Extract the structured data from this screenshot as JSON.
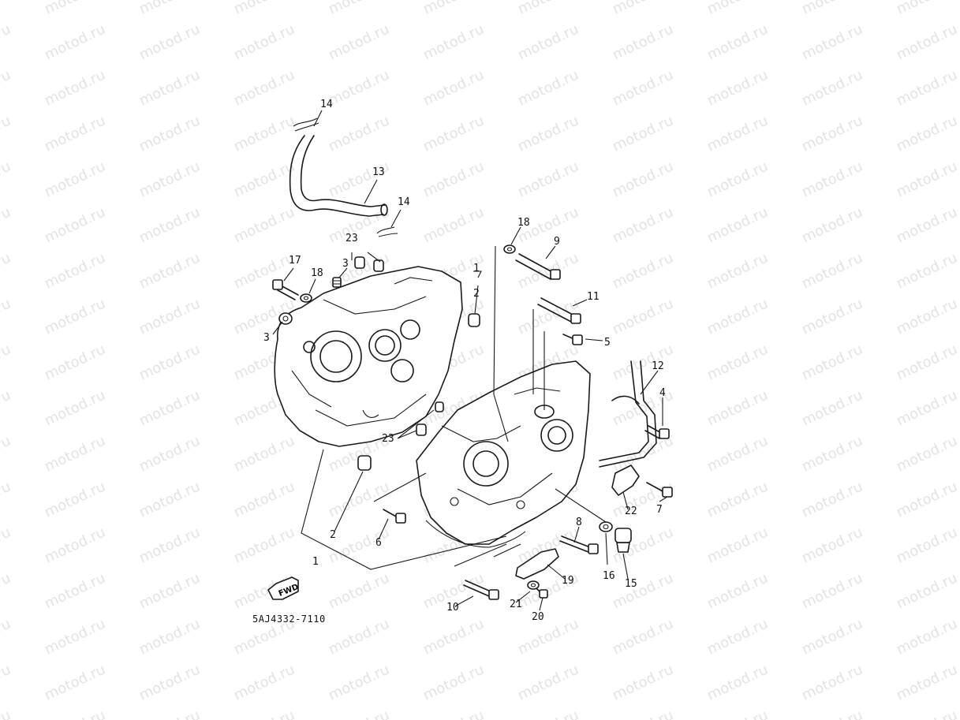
{
  "watermark": {
    "text": "motod.ru"
  },
  "diagram_code": "5AJ4332-7110",
  "fwd_badge": {
    "text": "FWD"
  },
  "callouts": [
    "14",
    "13",
    "14",
    "23",
    "17",
    "18",
    "3",
    "3",
    "18",
    "9",
    "1",
    "2",
    "11",
    "5",
    "12",
    "4",
    "23",
    "2",
    "1",
    "6",
    "8",
    "16",
    "15",
    "7",
    "22",
    "19",
    "10",
    "21",
    "20"
  ]
}
